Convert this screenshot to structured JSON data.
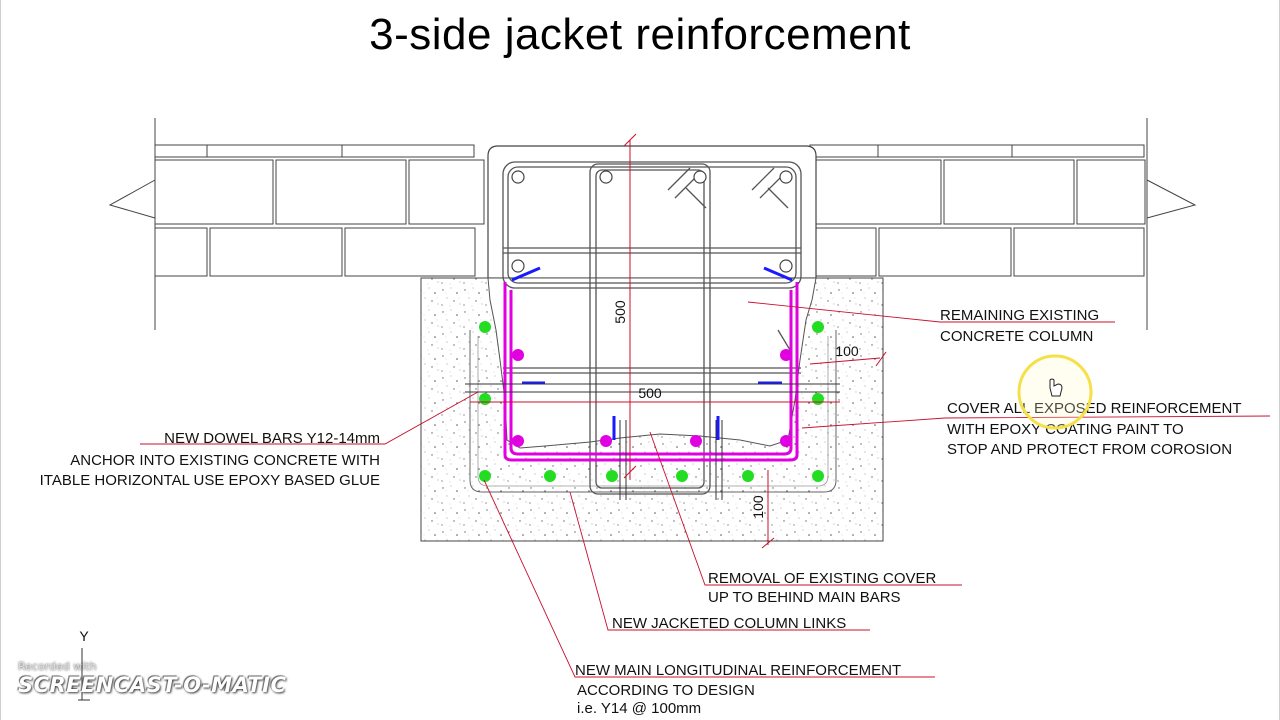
{
  "title": "3-side jacket reinforcement",
  "dimensions": {
    "column_height": "500",
    "column_width": "500",
    "side_cover": "100",
    "bottom_cover": "100"
  },
  "labels": {
    "remaining": [
      "REMAINING EXISTING",
      "CONCRETE COLUMN"
    ],
    "cover": [
      "COVER ALL EXPOSED REINFORCEMENT",
      "WITH EPOXY COATING PAINT TO",
      "STOP AND PROTECT FROM COROSION"
    ],
    "dowel": [
      "NEW DOWEL BARS Y12-14mm",
      "ANCHOR INTO EXISTING CONCRETE WITH",
      "ITABLE HORIZONTAL USE EPOXY BASED GLUE"
    ],
    "removal": [
      "REMOVAL OF EXISTING COVER",
      "UP TO BEHIND MAIN BARS"
    ],
    "links": [
      "NEW JACKETED COLUMN LINKS"
    ],
    "main": [
      "NEW MAIN LONGITUDINAL REINFORCEMENT",
      "ACCORDING TO DESIGN",
      "i.e. Y14 @ 100mm"
    ]
  },
  "axis_label": "Y",
  "watermark": {
    "line1": "Recorded with",
    "line2": "SCREENCAST-O-MATIC"
  },
  "colors": {
    "new_links": "#e000e0",
    "new_bars": "#22dd22",
    "dowels": "#1a1aff",
    "leaders": "#c8102e",
    "cursor_ring": "#f5e04a"
  }
}
